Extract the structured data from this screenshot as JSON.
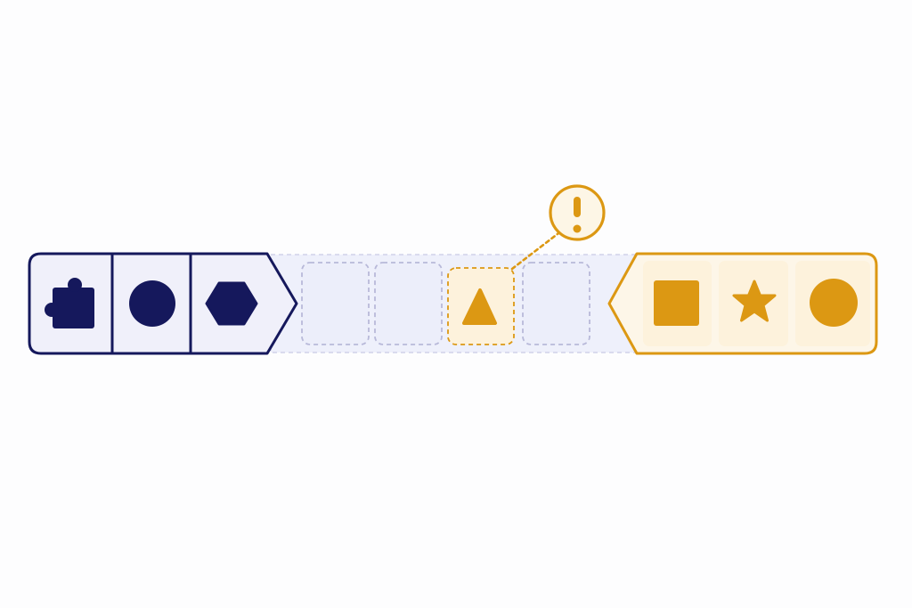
{
  "colors": {
    "background": "#fdfdfe",
    "navy": "#15185c",
    "navy_fill": "#f0f0fa",
    "gold": "#dc9813",
    "gold_fill": "#fdf2dc",
    "gold_light": "#fdf6e6",
    "dashed": "#b8b9d9",
    "channel": "#eef0fb"
  },
  "left_group": {
    "icons": [
      "puzzle-piece-icon",
      "circle-icon",
      "hexagon-icon"
    ]
  },
  "channel": {
    "slots": [
      {
        "state": "empty",
        "icon": ""
      },
      {
        "state": "empty",
        "icon": ""
      },
      {
        "state": "active",
        "icon": "triangle-icon"
      },
      {
        "state": "empty",
        "icon": ""
      }
    ]
  },
  "warning": {
    "icon": "exclamation-icon",
    "glyph": "!"
  },
  "right_group": {
    "icons": [
      "square-icon",
      "star-icon",
      "circle-icon"
    ]
  }
}
